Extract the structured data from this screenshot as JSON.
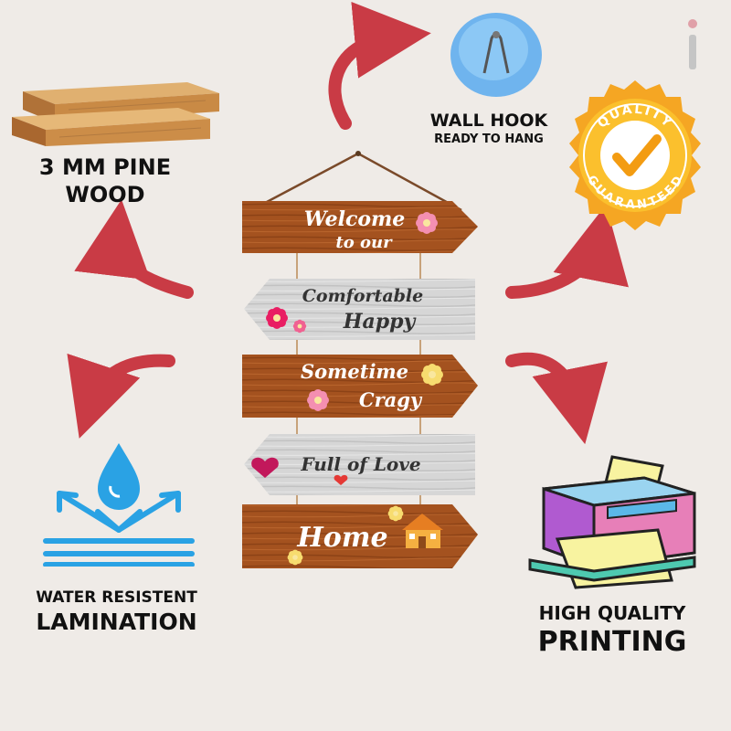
{
  "features": {
    "wood": {
      "line1": "3 MM PINE",
      "line2": "WOOD",
      "icon": "wood-planks-icon"
    },
    "hook": {
      "title": "WALL HOOK",
      "subtitle": "READY TO HANG",
      "icon": "wall-hook-icon"
    },
    "quality": {
      "top": "QUALITY",
      "bottom": "GUARANTEED",
      "icon": "quality-badge-icon"
    },
    "water": {
      "line1": "WATER RESISTENT",
      "line2": "LAMINATION",
      "icon": "water-drop-icon"
    },
    "printing": {
      "line1": "HIGH QUALITY",
      "line2": "PRINTING",
      "icon": "printer-icon"
    }
  },
  "signs": [
    {
      "line1": "Welcome",
      "line2": "to our"
    },
    {
      "line1": "Comfortable",
      "line2": "Happy"
    },
    {
      "line1": "Sometime",
      "line2": "Cragy"
    },
    {
      "line1": "Full of Love"
    },
    {
      "line1": "Home"
    }
  ],
  "colors": {
    "arrow": "#c93b45",
    "wood_brown": "#a4521f",
    "grey_board": "#d6d6d6",
    "badge_gold": "#f5a623",
    "water_blue": "#2aa2e4"
  }
}
